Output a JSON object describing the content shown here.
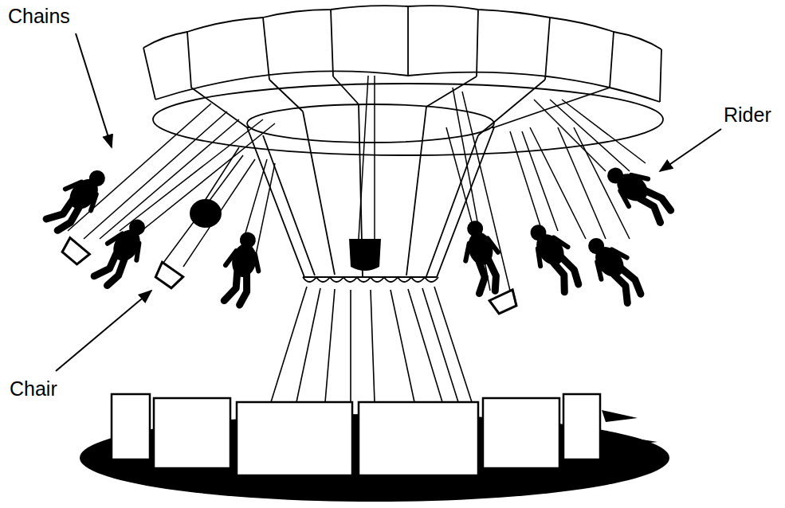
{
  "diagram": {
    "labels": [
      "Chains",
      "Rider",
      "Chair"
    ]
  }
}
